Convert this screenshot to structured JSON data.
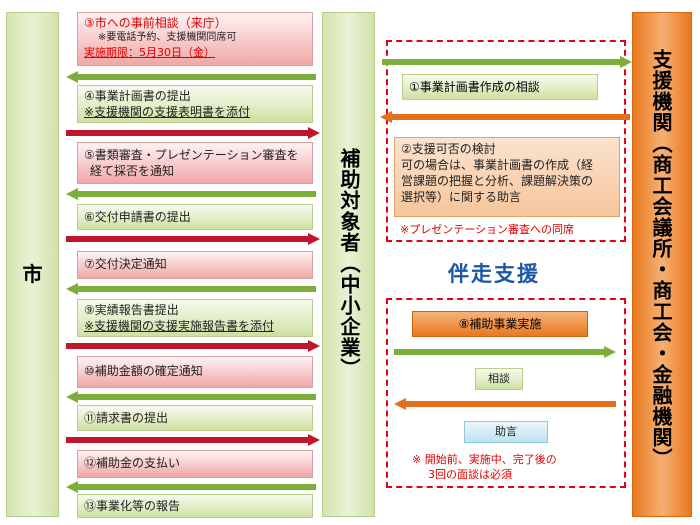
{
  "city": {
    "label": "市"
  },
  "recipient": {
    "label": "補助対象者（中小企業）"
  },
  "support": {
    "label": "支援機関（商工会議所・商工会・金融機関）"
  },
  "steps": {
    "s3": {
      "title": "③市への事前相談（来庁）",
      "note": "※要電話予約、支援機関同席可",
      "deadline": "実施期限：5月30日（金）"
    },
    "s4": {
      "line1": "④事業計画書の提出",
      "line2": "※支援機関の支援表明書を添付"
    },
    "s5": {
      "line1": "⑤書類審査・プレゼンテーション審査を",
      "line2": "経て採否を通知"
    },
    "s6": {
      "line1": "⑥交付申請書の提出"
    },
    "s7": {
      "line1": "⑦交付決定通知"
    },
    "s9": {
      "line1": "⑨実績報告書提出",
      "line2": "※支援機関の支援実施報告書を添付"
    },
    "s10": {
      "line1": "⑩補助金額の確定通知"
    },
    "s11": {
      "line1": "⑪請求書の提出"
    },
    "s12": {
      "line1": "⑫補助金の支払い"
    },
    "s13": {
      "line1": "⑬事業化等の報告"
    }
  },
  "right_top": {
    "consult": "①事業計画書作成の相談",
    "review_title": "②支援可否の検討",
    "review_body1": "可の場合は、事業計画書の作成（経",
    "review_body2": "営課題の把握と分析、課題解決策の",
    "review_body3": "選択等）に関する助言",
    "note": "※プレゼンテーション審査への同席"
  },
  "accompany": {
    "title": "伴走支援"
  },
  "right_bottom": {
    "implement": "⑧補助事業実施",
    "consult": "相談",
    "advice": "助言",
    "note1": "※ 開始前、実施中、完了後の",
    "note2": "3回の面談は必須"
  },
  "colors": {
    "red_arrow": "#c0152b",
    "green_arrow": "#7eae3a",
    "orange_arrow": "#e2701c",
    "dash_red": "#e3001b"
  }
}
